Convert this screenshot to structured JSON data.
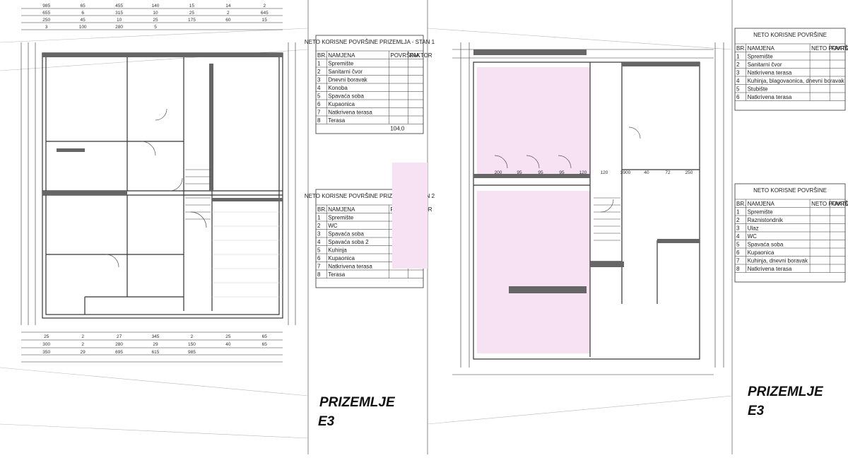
{
  "left_plan": {
    "title_line1": "PRIZEMLJE",
    "title_line2": "E3"
  },
  "right_plan": {
    "title_line1": "PRIZEMLJE",
    "title_line2": "E3"
  },
  "left_tables": [
    {
      "title": "NETO KORISNE POVRŠINE PRIZEMLJA - STAN 1",
      "headers": [
        "BR.",
        "NAMJENA",
        "POVRŠINA",
        "FAKTOR"
      ],
      "rows": [
        [
          "1",
          "Spremište",
          "",
          ""
        ],
        [
          "2",
          "Sanitarni čvor",
          "",
          ""
        ],
        [
          "3",
          "Dnevni boravak",
          "",
          ""
        ],
        [
          "4",
          "Konoba",
          "",
          ""
        ],
        [
          "5",
          "Spavaća soba",
          "",
          ""
        ],
        [
          "6",
          "Kupaonica",
          "",
          ""
        ],
        [
          "7",
          "Natkrivena terasa",
          "",
          ""
        ],
        [
          "8",
          "Terasa",
          "",
          ""
        ]
      ],
      "total": "104,0"
    },
    {
      "title": "NETO KORISNE POVRŠINE PRIZEMLJA - STAN 2",
      "headers": [
        "BR.",
        "NAMJENA",
        "POVRŠINA",
        "FAKTOR"
      ],
      "rows": [
        [
          "1",
          "Spremište",
          "",
          ""
        ],
        [
          "2",
          "WC",
          "",
          ""
        ],
        [
          "3",
          "Spavaća soba",
          "",
          ""
        ],
        [
          "4",
          "Spavaća soba 2",
          "",
          ""
        ],
        [
          "5",
          "Kuhinja",
          "",
          ""
        ],
        [
          "6",
          "Kupaonica",
          "",
          ""
        ],
        [
          "7",
          "Natkrivena terasa",
          "",
          ""
        ],
        [
          "8",
          "Terasa",
          "",
          ""
        ]
      ],
      "total": ""
    }
  ],
  "right_tables": [
    {
      "title": "NETO KORISNE POVRŠINE",
      "headers": [
        "BR.",
        "NAMJENA",
        "NETO POVRŠINA",
        "FAKTOR"
      ],
      "rows": [
        [
          "1",
          "Spremište",
          "",
          ""
        ],
        [
          "2",
          "Sanitarni čvor",
          "",
          ""
        ],
        [
          "3",
          "Natkrivena terasa",
          "",
          ""
        ],
        [
          "4",
          "Kuhinja, blagovaonica, dnevni boravak",
          "",
          ""
        ],
        [
          "5",
          "Stubište",
          "",
          ""
        ],
        [
          "6",
          "Natkrivena terasa",
          "",
          ""
        ]
      ],
      "total": ""
    },
    {
      "title": "NETO KORISNE POVRŠINE",
      "headers": [
        "BR.",
        "NAMJENA",
        "NETO POVRŠINA",
        "FAKTOR"
      ],
      "rows": [
        [
          "1",
          "Spremište",
          "",
          ""
        ],
        [
          "2",
          "Raznistondnik",
          "",
          ""
        ],
        [
          "3",
          "Ulaz",
          "",
          ""
        ],
        [
          "4",
          "WC",
          "",
          ""
        ],
        [
          "5",
          "Spavaća soba",
          "",
          ""
        ],
        [
          "6",
          "Kupaonica",
          "",
          ""
        ],
        [
          "7",
          "Kuhinja, dnevni boravak",
          "",
          ""
        ],
        [
          "8",
          "Natkrivena terasa",
          "",
          ""
        ]
      ],
      "total": ""
    }
  ],
  "dims_top_left": [
    "985",
    "65",
    "455",
    "140",
    "15",
    "14",
    "2",
    "655",
    "6",
    "315",
    "10",
    "25",
    "2",
    "645",
    "250",
    "45",
    "10",
    "25",
    "175",
    "60",
    "15",
    "3",
    "100",
    "280",
    "5"
  ],
  "dims_bottom_left": [
    "25",
    "2",
    "27",
    "345",
    "2",
    "25",
    "65",
    "300",
    "2",
    "280",
    "29",
    "150",
    "40",
    "65",
    "350",
    "29",
    "695",
    "615",
    "985"
  ],
  "dims_right": [
    "200",
    "95",
    "95",
    "95",
    "120",
    "120",
    "3900",
    "40",
    "72",
    "250"
  ],
  "colors": {
    "highlight": "#f6e2f3",
    "wall": "#555555",
    "line": "#222222"
  }
}
